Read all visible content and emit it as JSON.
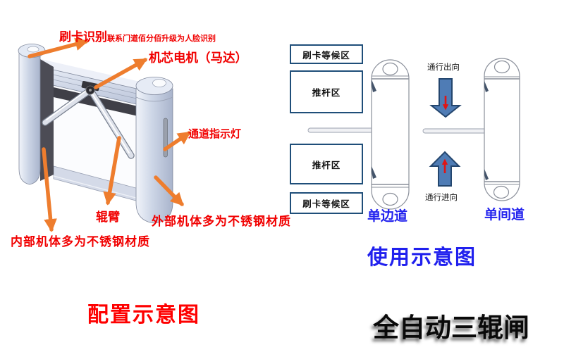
{
  "config_diagram": {
    "title": "配置示意图",
    "labels": {
      "swipe": "刷卡识别",
      "swipe_note": "联系门道佰分佰升级为人脸识别",
      "motor": "机芯电机（马达）",
      "indicator": "通道指示灯",
      "arm": "辊臂",
      "exterior": "外部机体多为不锈钢材质",
      "interior": "内部机体多为不锈钢材质"
    },
    "colors": {
      "label_red": "#f10000",
      "title_red": "#fe0000",
      "arrow_orange": "#ee7d2e",
      "machine_body": "#c9d2e4",
      "machine_dark": "#4c4c55"
    }
  },
  "usage_diagram": {
    "title": "使用示意图",
    "zones": [
      {
        "label": "刷卡等候区"
      },
      {
        "label": "推杆区"
      },
      {
        "label": "推杆区"
      },
      {
        "label": "刷卡等候区"
      }
    ],
    "flow": {
      "out_label": "通行出向",
      "in_label": "通行进向"
    },
    "lane_left": "单边道",
    "lane_right": "单间道",
    "colors": {
      "lane_blue": "#2222ee",
      "box_border": "#1f4e79",
      "arrow_fill": "#4f7cb5",
      "arrow_stroke": "#24466e",
      "arrow_inner_red": "#e01515"
    }
  },
  "caption": {
    "text": "全自动三辊闸",
    "color": "#0a0a0a"
  }
}
